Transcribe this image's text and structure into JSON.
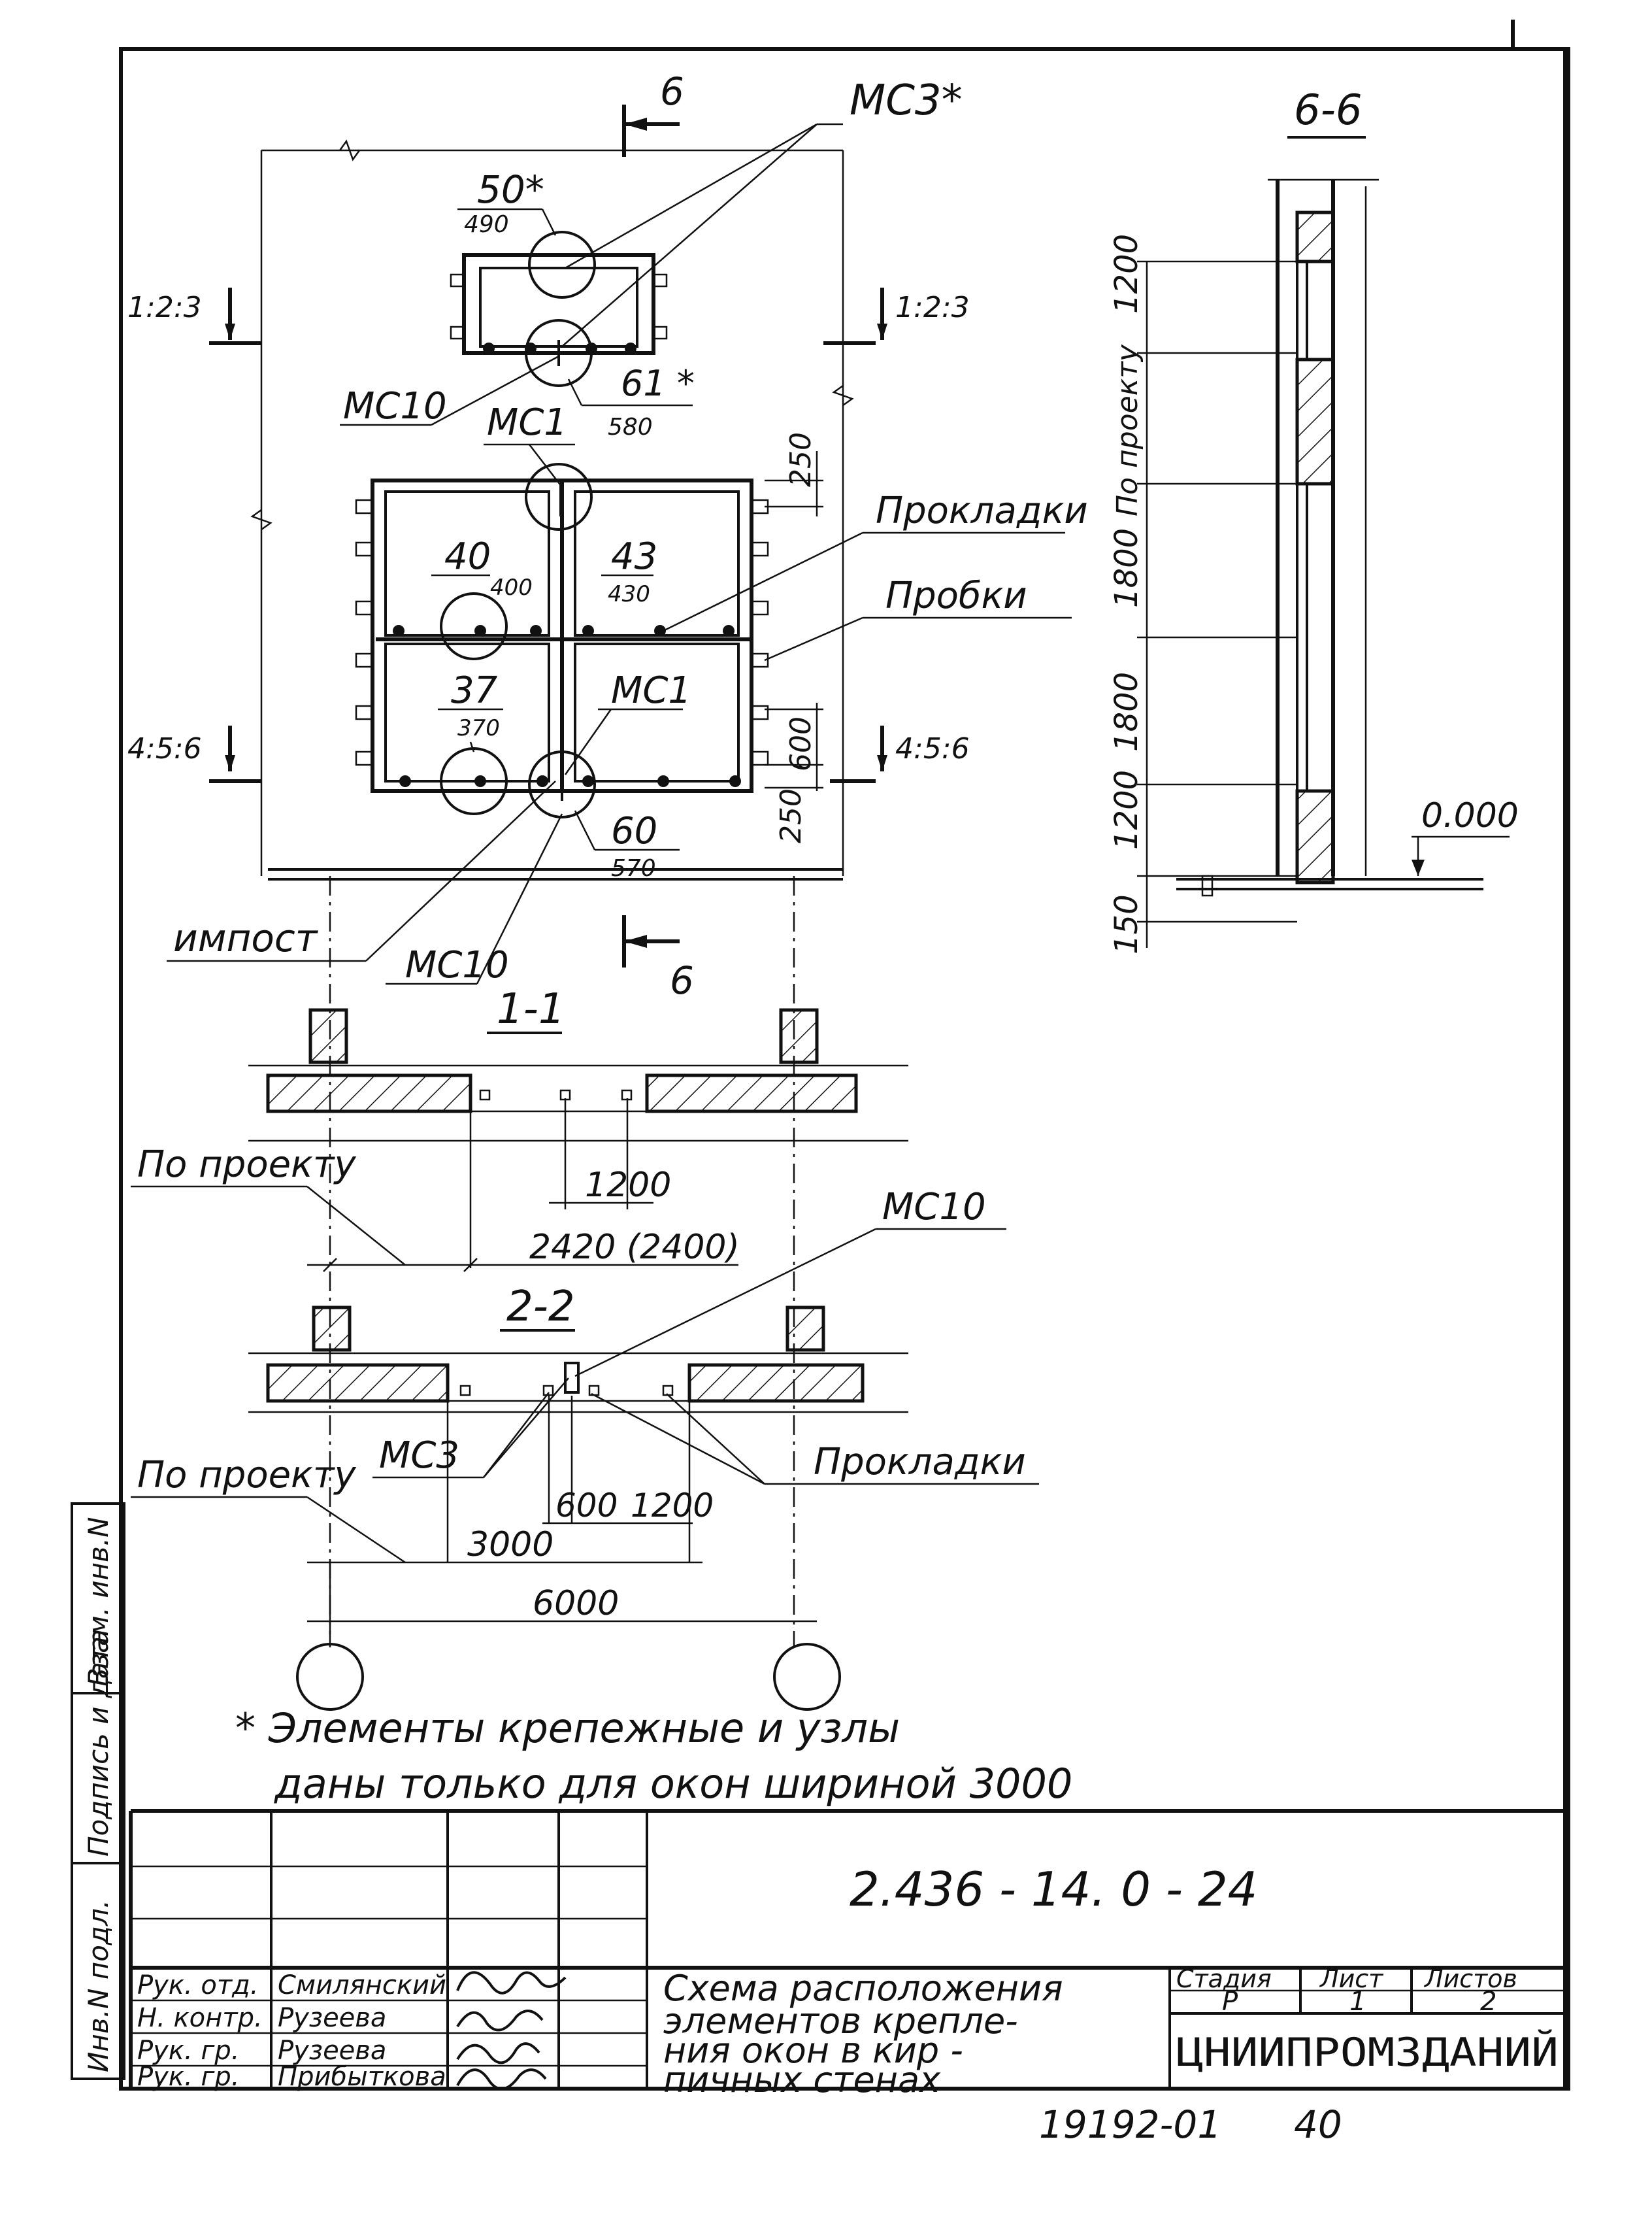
{
  "elevation": {
    "section_mark": "6",
    "mc3_star": "МС3*",
    "n50": "50*",
    "n490": "490",
    "mc10_top": "МС10",
    "n61": "61 *",
    "n580": "580",
    "ratio_left_top": "1:2:3",
    "ratio_right_top": "1:2:3",
    "mc1_top": "МС1",
    "dim_250_top": "250",
    "prokladki": "Прокладки",
    "probki": "Пробки",
    "n40": "40",
    "n400": "400",
    "n43": "43",
    "n430": "430",
    "n37": "37",
    "n370": "370",
    "mc1_bottom": "МС1",
    "dim_600": "600",
    "dim_250_bottom": "250",
    "ratio_left_bottom": "4:5:6",
    "ratio_right_bottom": "4:5:6",
    "n60": "60",
    "n570": "570",
    "impost": "импост",
    "mc10_bottom": "МС10"
  },
  "section_66": {
    "title": "6-6",
    "label_project": "По проекту",
    "dims": [
      "1200",
      "1800",
      "1800",
      "1200",
      "150"
    ],
    "level": "0.000"
  },
  "section_11": {
    "title": "1-1",
    "po_proektu": "По проекту",
    "dim_1200": "1200",
    "dim_2420": "2420 (2400)"
  },
  "section_22": {
    "title": "2-2",
    "mc10": "МС10",
    "mc3": "МС3",
    "prokladki": "Прокладки",
    "po_proektu": "По проекту",
    "dim_600": "600",
    "dim_1200": "1200",
    "dim_3000": "3000",
    "dim_6000": "6000"
  },
  "note": {
    "line1": "* Элементы крепежные и узлы",
    "line2": "даны только для окон шириной 3000"
  },
  "side_stamp": {
    "vzam": "Взам. инв.N",
    "podpis": "Подпись и дата",
    "inv": "Инв.N подл."
  },
  "title_block": {
    "code": "2.436 - 14. 0 - 24",
    "roles": [
      "Рук. отд.",
      "Н. контр.",
      "Рук. гр.",
      "Рук. гр."
    ],
    "names": [
      "Смилянский",
      "Рузеева",
      "Рузеева",
      "Прибыткова"
    ],
    "description_lines": [
      "Схема расположения",
      "элементов крепле-",
      "ния окон в кир -",
      "пичных стенах"
    ],
    "stadia_label": "Стадия",
    "list_label": "Лист",
    "listov_label": "Листов",
    "stadia": "Р",
    "list": "1",
    "listov": "2",
    "org": "ЦНИИПРОМЗДАНИЙ"
  },
  "footer": {
    "number": "19192-01",
    "page": "40"
  }
}
